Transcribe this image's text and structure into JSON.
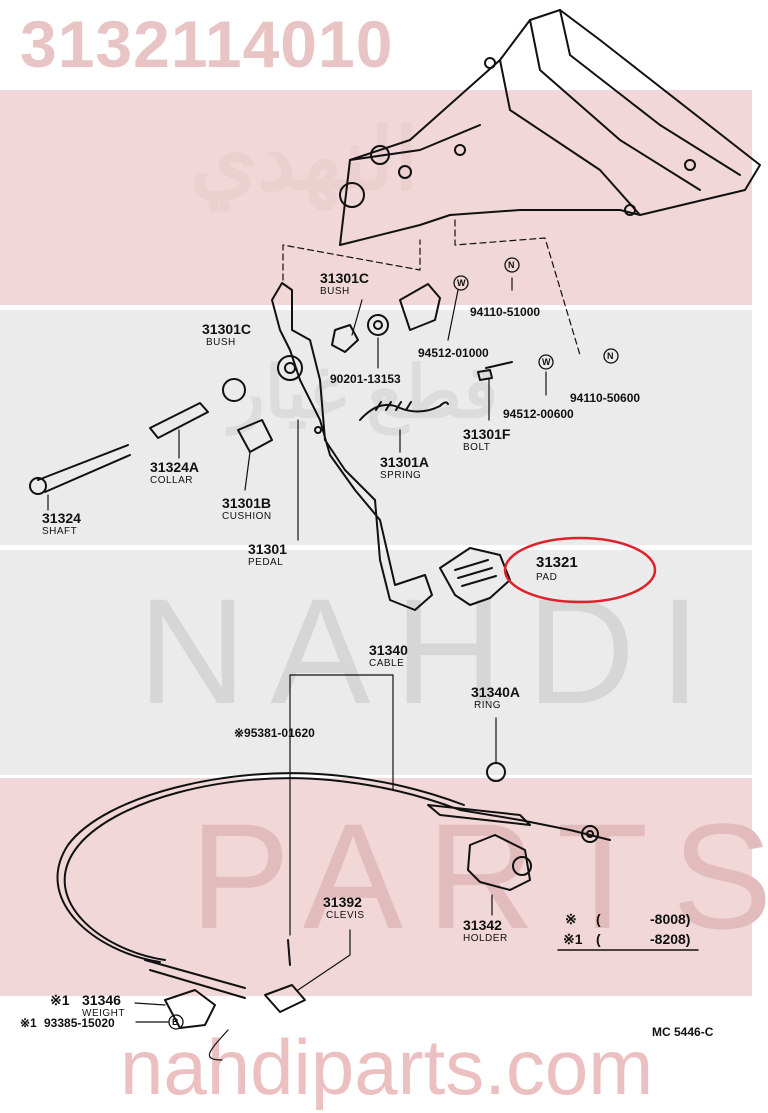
{
  "watermark": {
    "part_number": "3132114010",
    "arabic_top": "النهدي",
    "arabic_mid": "قطع غيار",
    "brand_mid": "NAHDI",
    "brand_low": "PARTS",
    "url": "nahdiparts.com"
  },
  "colors": {
    "highlight": "#e0202a",
    "watermark": "#e8c4c4",
    "ink": "#111111"
  },
  "parts": [
    {
      "id": "31301C",
      "name": "BUSH"
    },
    {
      "id": "31301C",
      "name": "BUSH"
    },
    {
      "id": "94110-51000",
      "name": ""
    },
    {
      "id": "94512-01000",
      "name": ""
    },
    {
      "id": "90201-13153",
      "name": ""
    },
    {
      "id": "94110-50600",
      "name": ""
    },
    {
      "id": "94512-00600",
      "name": ""
    },
    {
      "id": "31301F",
      "name": "BOLT"
    },
    {
      "id": "31324A",
      "name": "COLLAR"
    },
    {
      "id": "31301A",
      "name": "SPRING"
    },
    {
      "id": "31324",
      "name": "SHAFT"
    },
    {
      "id": "31301B",
      "name": "CUSHION"
    },
    {
      "id": "31301",
      "name": "PEDAL"
    },
    {
      "id": "31321",
      "name": "PAD"
    },
    {
      "id": "31340",
      "name": "CABLE"
    },
    {
      "id": "31340A",
      "name": "RING"
    },
    {
      "id": "※95381-01620",
      "name": ""
    },
    {
      "id": "31392",
      "name": "CLEVIS"
    },
    {
      "id": "31342",
      "name": "HOLDER"
    },
    {
      "id": "31346",
      "name": "WEIGHT"
    },
    {
      "id": "93385-15020",
      "name": ""
    }
  ],
  "prefix_mark": "※1",
  "legend": [
    {
      "mark": "※",
      "open": "(",
      "range": "-8008)"
    },
    {
      "mark": "※1",
      "open": "(",
      "range": "-8208)"
    }
  ],
  "circle_marks": {
    "n": "N",
    "w": "W",
    "b": "B"
  },
  "footer_code": "MC 5446-C",
  "highlighted_part": "31321"
}
